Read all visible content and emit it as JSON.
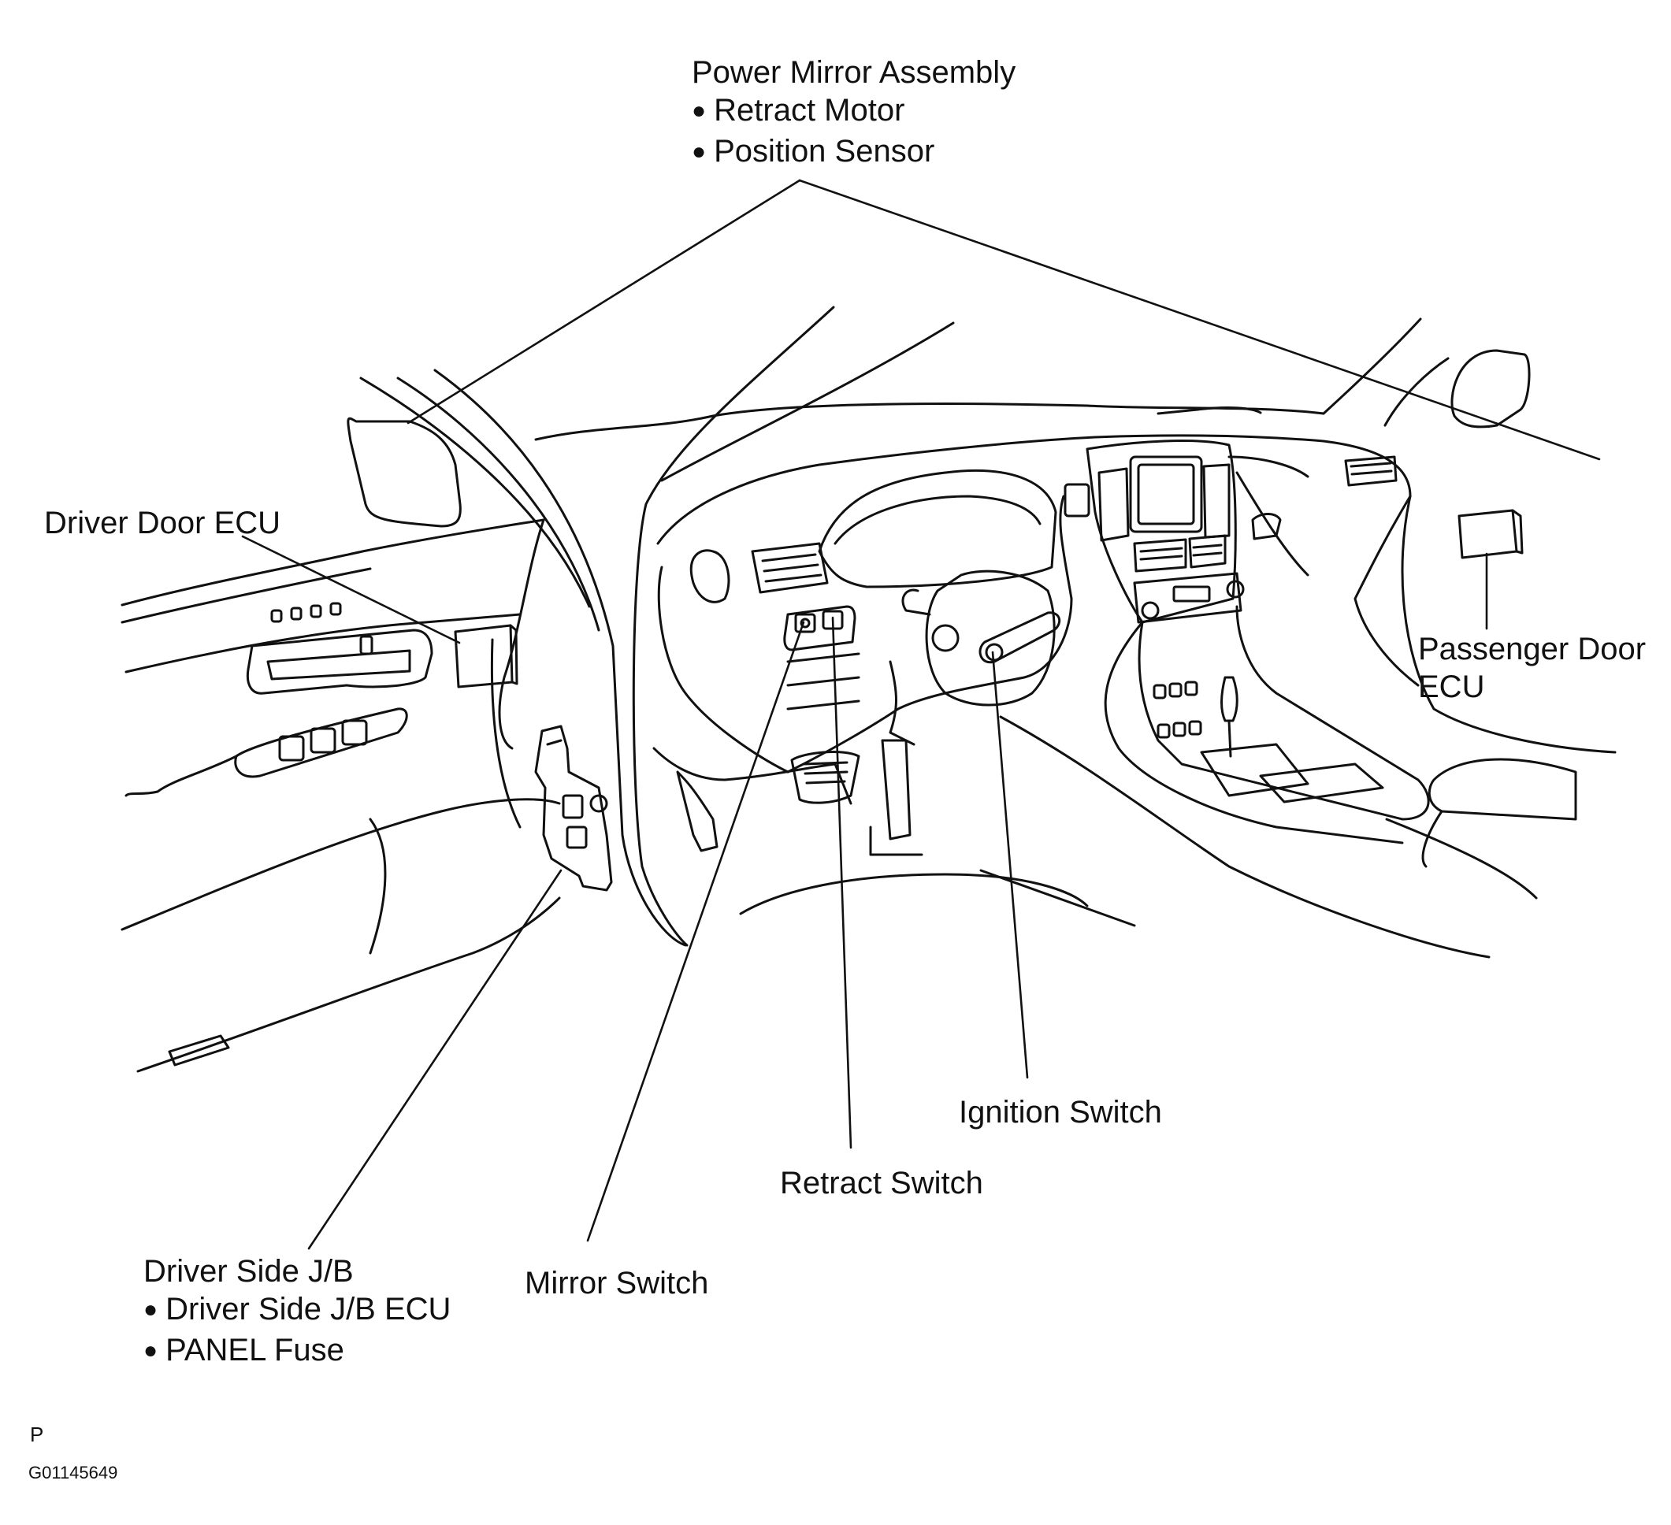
{
  "labels": {
    "power_mirror": {
      "title": "Power Mirror Assembly",
      "items": [
        "Retract Motor",
        "Position Sensor"
      ]
    },
    "driver_door_ecu": "Driver Door ECU",
    "passenger_door_ecu": [
      "Passenger Door",
      "ECU"
    ],
    "ignition_switch": "Ignition Switch",
    "retract_switch": "Retract Switch",
    "mirror_switch": "Mirror Switch",
    "driver_side_jb": {
      "title": "Driver Side J/B",
      "items": [
        "Driver Side J/B ECU",
        "PANEL Fuse"
      ]
    }
  },
  "footer": {
    "letter": "P",
    "code": "G01145649"
  }
}
